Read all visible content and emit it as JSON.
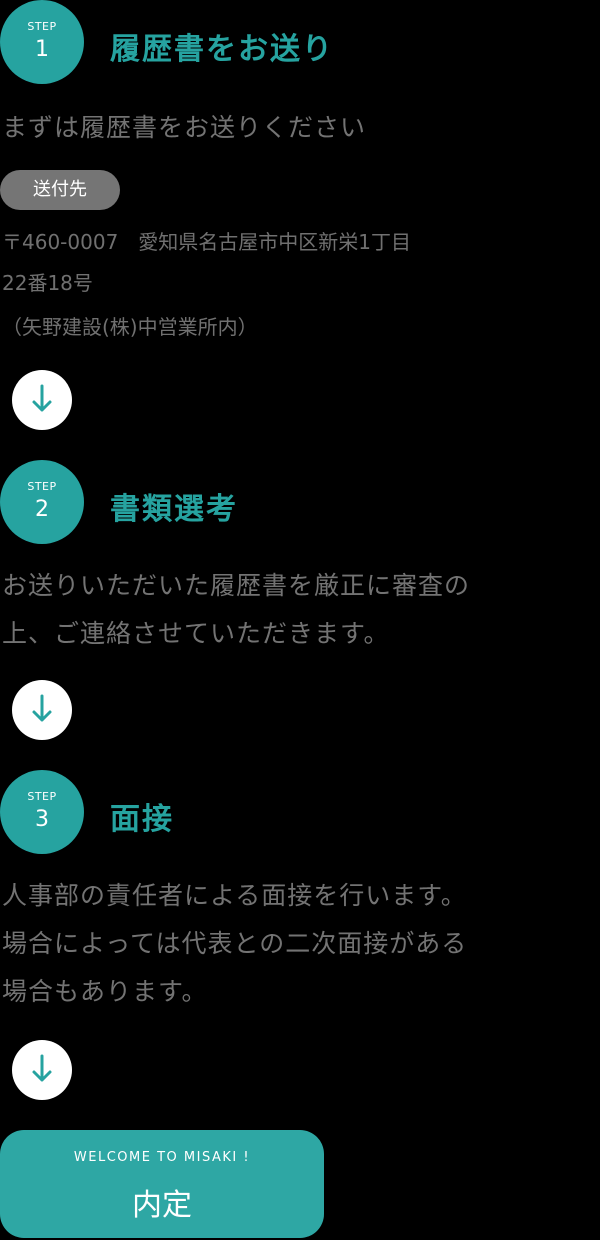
{
  "colors": {
    "accent": "#26a3a0",
    "text": "#737373",
    "badge": "#757575",
    "background": "#000000"
  },
  "steps": [
    {
      "label": "STEP",
      "number": "1",
      "title": "履歴書をお送り",
      "description": "まずは履歴書をお送りください",
      "badge": "送付先",
      "address": {
        "line1": "〒460-0007　愛知県名古屋市中区新栄1丁目",
        "line2": "22番18号",
        "line3": "（矢野建設(株)中営業所内）"
      }
    },
    {
      "label": "STEP",
      "number": "2",
      "title": "書類選考",
      "description_lines": [
        "お送りいただいた履歴書を厳正に審査の",
        "上、ご連絡させていただきます。"
      ]
    },
    {
      "label": "STEP",
      "number": "3",
      "title": "面接",
      "description_lines": [
        "人事部の責任者による面接を行います。",
        "場合によっては代表との二次面接がある",
        "場合もあります。"
      ]
    }
  ],
  "arrows": [
    "arrow-down-icon",
    "arrow-down-icon",
    "arrow-down-icon"
  ],
  "final": {
    "subtitle": "WELCOME TO MISAKI !",
    "title": "内定"
  }
}
